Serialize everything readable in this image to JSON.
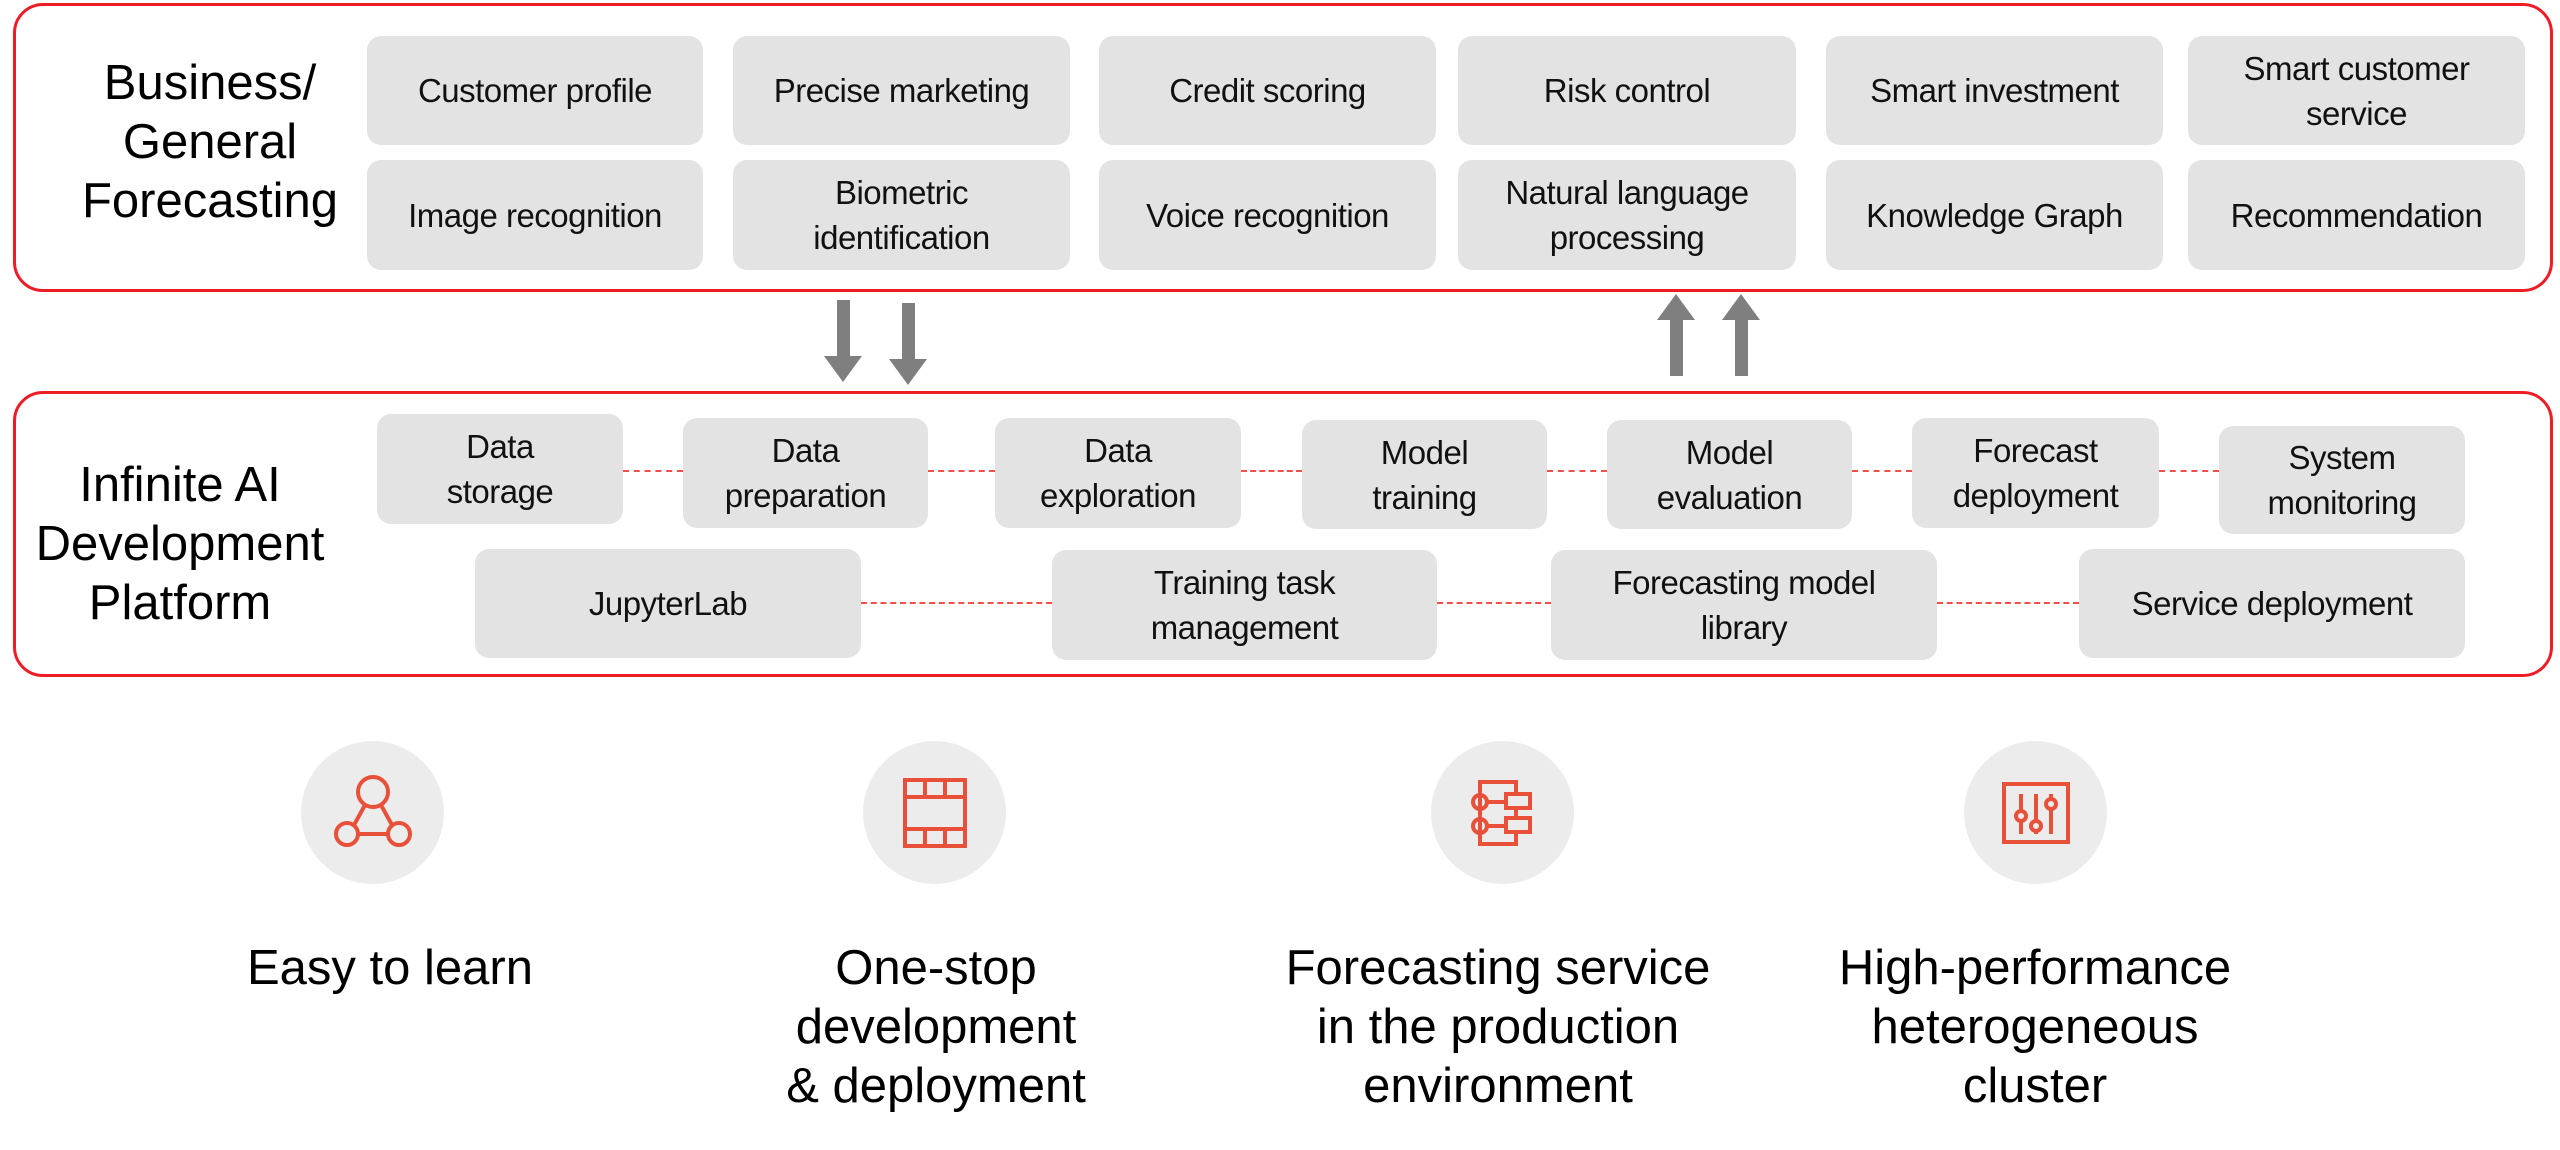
{
  "business_layer": {
    "title": "Business/\nGeneral\nForecasting",
    "row1": [
      "Customer profile",
      "Precise marketing",
      "Credit scoring",
      "Risk control",
      "Smart investment",
      "Smart customer\nservice"
    ],
    "row2": [
      "Image recognition",
      "Biometric\nidentification",
      "Voice recognition",
      "Natural language\nprocessing",
      "Knowledge Graph",
      "Recommendation"
    ]
  },
  "arrows": {
    "down": [
      "arrow-down",
      "arrow-down"
    ],
    "up": [
      "arrow-up",
      "arrow-up"
    ],
    "color": "#7f7f7f"
  },
  "platform_layer": {
    "title": "Infinite AI\nDevelopment\nPlatform",
    "pipeline": [
      "Data\nstorage",
      "Data\npreparation",
      "Data\nexploration",
      "Model\ntraining",
      "Model\nevaluation",
      "Forecast\ndeployment",
      "System\nmonitoring"
    ],
    "tools": [
      "JupyterLab",
      "Training task\nmanagement",
      "Forecasting model\nlibrary",
      "Service deployment"
    ]
  },
  "features": [
    {
      "icon": "network-nodes-icon",
      "label": "Easy to learn"
    },
    {
      "icon": "film-strip-icon",
      "label": "One-stop\ndevelopment\n& deployment"
    },
    {
      "icon": "flow-structure-icon",
      "label": "Forecasting service\nin the production\nenvironment"
    },
    {
      "icon": "sliders-icon",
      "label": "High-performance\nheterogeneous\ncluster"
    }
  ],
  "colors": {
    "frame": "#ee1c25",
    "card": "#e3e3e3",
    "icon_accent": "#e8503a",
    "icon_bg": "#ececec",
    "dash": "#f0504a"
  }
}
